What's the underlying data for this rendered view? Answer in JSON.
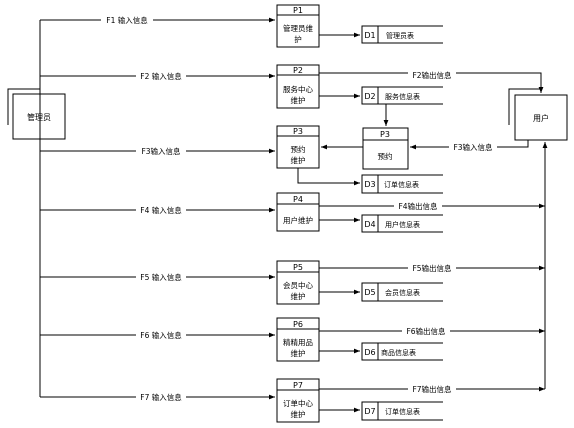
{
  "entities": {
    "admin": "管理员",
    "user": "用户"
  },
  "processes": [
    {
      "id": "P1",
      "name_lines": [
        "管理员维",
        "护"
      ]
    },
    {
      "id": "P2",
      "name_lines": [
        "服务中心",
        "维护"
      ]
    },
    {
      "id": "P3",
      "name_lines": [
        "预约",
        "维护"
      ]
    },
    {
      "id": "P4",
      "name_lines": [
        "用户维护"
      ]
    },
    {
      "id": "P5",
      "name_lines": [
        "会员中心",
        "维护"
      ]
    },
    {
      "id": "P6",
      "name_lines": [
        "精精用品",
        "维护"
      ]
    },
    {
      "id": "P7",
      "name_lines": [
        "订单中心",
        "维护"
      ]
    }
  ],
  "user_process": {
    "id": "P3",
    "name": "预约"
  },
  "stores": [
    {
      "id": "D1",
      "name": "管理员表"
    },
    {
      "id": "D2",
      "name": "服务信息表"
    },
    {
      "id": "D3",
      "name": "订单信息表"
    },
    {
      "id": "D4",
      "name": "用户信息表"
    },
    {
      "id": "D5",
      "name": "会员信息表"
    },
    {
      "id": "D6",
      "name": "商品信息表"
    },
    {
      "id": "D7",
      "name": "订单信息表"
    }
  ],
  "input_flows": [
    "F1 输入信息",
    "F2 输入信息",
    "F3输入信息",
    "F4 输入信息",
    "F5 输入信息",
    "F6 输入信息",
    "F7 输入信息"
  ],
  "output_flows": [
    "F2输出信息",
    "F4输出信息",
    "F5输出信息",
    "F6输出信息",
    "F7输出信息"
  ],
  "user_input_flow": "F3输入信息"
}
